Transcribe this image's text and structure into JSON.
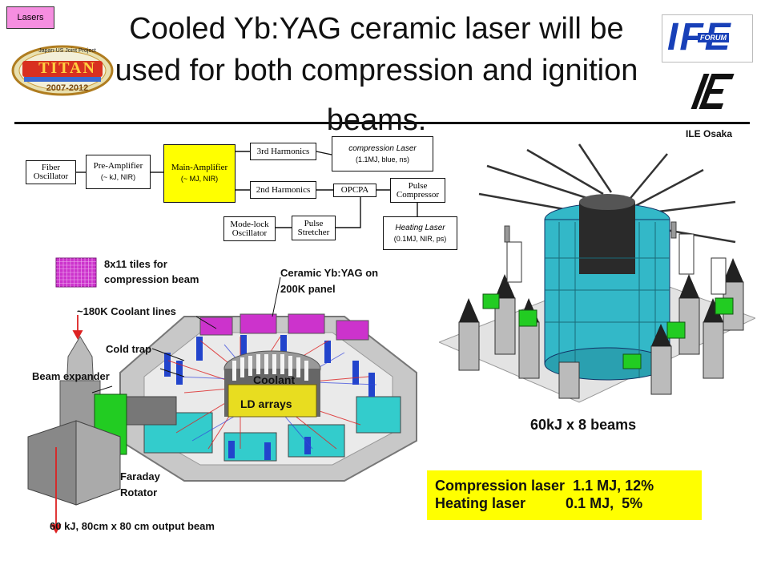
{
  "tag": "Lasers",
  "title": {
    "line1": "Cooled Yb:YAG ceramic laser will be",
    "line2": "used for both compression and ignition",
    "line3": "beams."
  },
  "org": "ILE Osaka",
  "logos": {
    "titan": {
      "top": "Japan-US Joint Project",
      "name": "TITAN",
      "years": "2007-2012"
    },
    "ife": {
      "main": "IFE",
      "sub": "FORUM"
    }
  },
  "diagram": {
    "fiber_oscillator": [
      "Fiber",
      "Oscillator"
    ],
    "pre_amplifier": {
      "label": "Pre-Amplifier",
      "sub": "(~ kJ, NIR)"
    },
    "main_amplifier": {
      "label": "Main-Amplifier",
      "sub": "(~ MJ, NIR)"
    },
    "third_harmonics": "3rd Harmonics",
    "second_harmonics": "2nd Harmonics",
    "compression_laser": {
      "label": "compression Laser",
      "sub": "(1.1MJ, blue, ns)"
    },
    "opcpa": "OPCPA",
    "pulse_compressor": [
      "Pulse",
      "Compressor"
    ],
    "heating_laser": {
      "label": "Heating Laser",
      "sub": "(0.1MJ, NIR, ps)"
    },
    "mode_lock_oscillator": [
      "Mode-lock",
      "Oscillator"
    ],
    "pulse_stretcher": [
      "Pulse",
      "Stretcher"
    ]
  },
  "figure_labels": {
    "tiles": [
      "8x11 tiles for",
      "compression beam"
    ],
    "ceramic": [
      "Ceramic Yb:YAG on",
      "200K panel"
    ],
    "coolant_lines": "~180K Coolant lines",
    "cold_trap": "Cold trap",
    "beam_expander": "Beam expander",
    "coolant": "Coolant",
    "ld_arrays": "LD arrays",
    "faraday": [
      "Faraday",
      "Rotator"
    ],
    "output_beam": "60 kJ, 80cm x 80 cm output beam"
  },
  "caption": "60kJ x 8 beams",
  "summary": [
    "Compression laser  1.1 MJ, 12%",
    "Heating laser          0.1 MJ,  5%"
  ],
  "colors": {
    "tag_bg": "#f58ee0",
    "highlight": "#ffff00",
    "ife_blue": "#1840b8",
    "cyan_panel": "#33cccc",
    "magenta_tiles": "#cc33cc"
  }
}
